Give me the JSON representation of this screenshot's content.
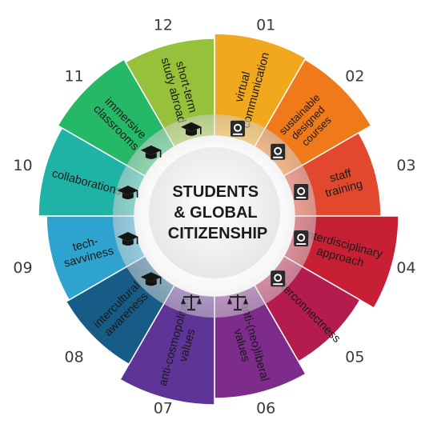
{
  "center": {
    "lines": [
      "STUDENTS",
      "& GLOBAL",
      "CITIZENSHIP"
    ]
  },
  "segments": [
    {
      "number": "01",
      "label_lines": [
        "virtual",
        "communication"
      ],
      "color": "#F2A81D",
      "icon": "certificate-icon"
    },
    {
      "number": "02",
      "label_lines": [
        "sustainable",
        "designed",
        "courses"
      ],
      "color": "#F07A1A",
      "icon": "certificate-icon"
    },
    {
      "number": "03",
      "label_lines": [
        "staff",
        "training"
      ],
      "color": "#E2482E",
      "icon": "certificate-icon"
    },
    {
      "number": "04",
      "label_lines": [
        "interdisciplinary",
        "approach"
      ],
      "color": "#C72035",
      "icon": "certificate-icon"
    },
    {
      "number": "05",
      "label_lines": [
        "interconnectness"
      ],
      "color": "#B51C4E",
      "icon": "certificate-icon"
    },
    {
      "number": "06",
      "label_lines": [
        "anti-(neo)liberal",
        "values"
      ],
      "color": "#7D2C8C",
      "icon": "scales-icon"
    },
    {
      "number": "07",
      "label_lines": [
        "anti-cosmopolitan",
        "values"
      ],
      "color": "#5E3596",
      "icon": "scales-icon"
    },
    {
      "number": "08",
      "label_lines": [
        "intercultural",
        "awareness"
      ],
      "color": "#175C86",
      "icon": "graduation-cap-icon"
    },
    {
      "number": "09",
      "label_lines": [
        "tech-",
        "savviness"
      ],
      "color": "#2FA3CF",
      "icon": "graduation-cap-icon"
    },
    {
      "number": "10",
      "label_lines": [
        "collaborations"
      ],
      "color": "#1FB3A6",
      "icon": "graduation-cap-icon"
    },
    {
      "number": "11",
      "label_lines": [
        "immersive",
        "classrooms"
      ],
      "color": "#25B867",
      "icon": "graduation-cap-icon"
    },
    {
      "number": "12",
      "label_lines": [
        "short-term",
        "study abroad"
      ],
      "color": "#95C23A",
      "icon": "graduation-cap-icon"
    }
  ]
}
